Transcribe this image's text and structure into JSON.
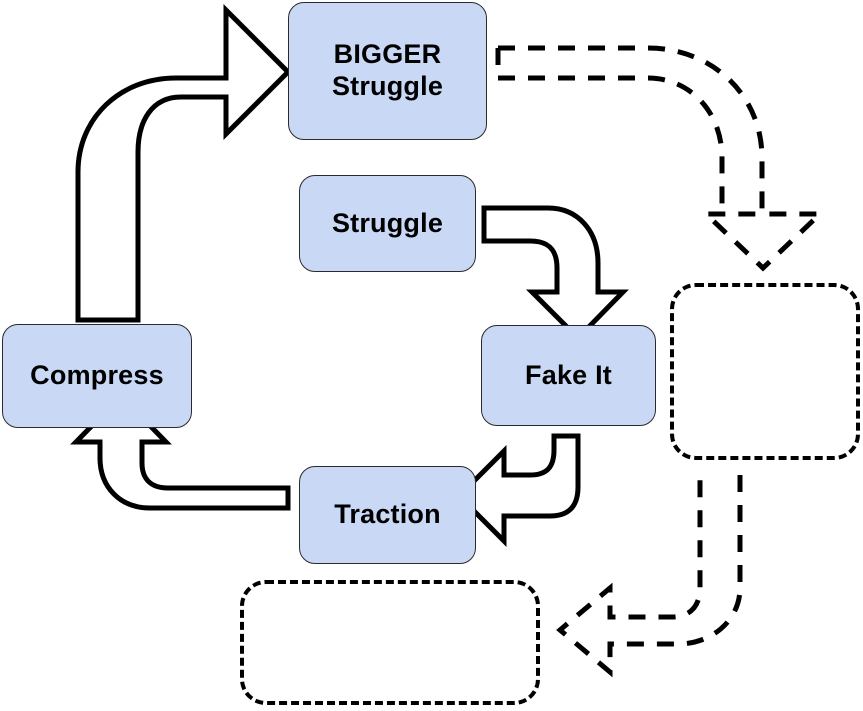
{
  "diagram": {
    "title": "Compress / Struggle growth loop",
    "background_color": "#ffffff",
    "node_fill_color": "#c9d8f4",
    "node_border_color": "#2b2b2b",
    "stroke_color": "#000000",
    "nodes": [
      {
        "id": "bigger-struggle",
        "label": "BIGGER\nStruggle",
        "style": "filled",
        "font_size": "27px"
      },
      {
        "id": "struggle",
        "label": "Struggle",
        "style": "filled",
        "font_size": "27px"
      },
      {
        "id": "compress",
        "label": "Compress",
        "style": "filled",
        "font_size": "27px"
      },
      {
        "id": "fake-it",
        "label": "Fake It",
        "style": "filled",
        "font_size": "27px"
      },
      {
        "id": "traction",
        "label": "Traction",
        "style": "filled",
        "font_size": "27px"
      },
      {
        "id": "ghost-right",
        "label": "",
        "style": "dashed-empty",
        "font_size": "27px"
      },
      {
        "id": "ghost-bottom",
        "label": "",
        "style": "dashed-empty",
        "font_size": "27px"
      }
    ],
    "connectors": [
      {
        "id": "compress-to-bigger-struggle",
        "style": "solid-block-arrow",
        "from": "compress",
        "to": "bigger-struggle",
        "direction": "up-then-right"
      },
      {
        "id": "struggle-to-fake-it",
        "style": "solid-block-arrow",
        "from": "struggle",
        "to": "fake-it",
        "direction": "right-then-down"
      },
      {
        "id": "fake-it-to-traction",
        "style": "solid-block-arrow",
        "from": "fake-it",
        "to": "traction",
        "direction": "down-then-left"
      },
      {
        "id": "traction-to-compress",
        "style": "solid-block-arrow",
        "from": "traction",
        "to": "compress",
        "direction": "left-then-up"
      },
      {
        "id": "bigger-struggle-to-ghost-right",
        "style": "dashed-block-arrow",
        "from": "bigger-struggle",
        "to": "ghost-right",
        "direction": "right-then-down"
      },
      {
        "id": "ghost-right-to-ghost-bottom",
        "style": "dashed-block-arrow",
        "from": "ghost-right",
        "to": "ghost-bottom",
        "direction": "down-then-left"
      }
    ]
  }
}
